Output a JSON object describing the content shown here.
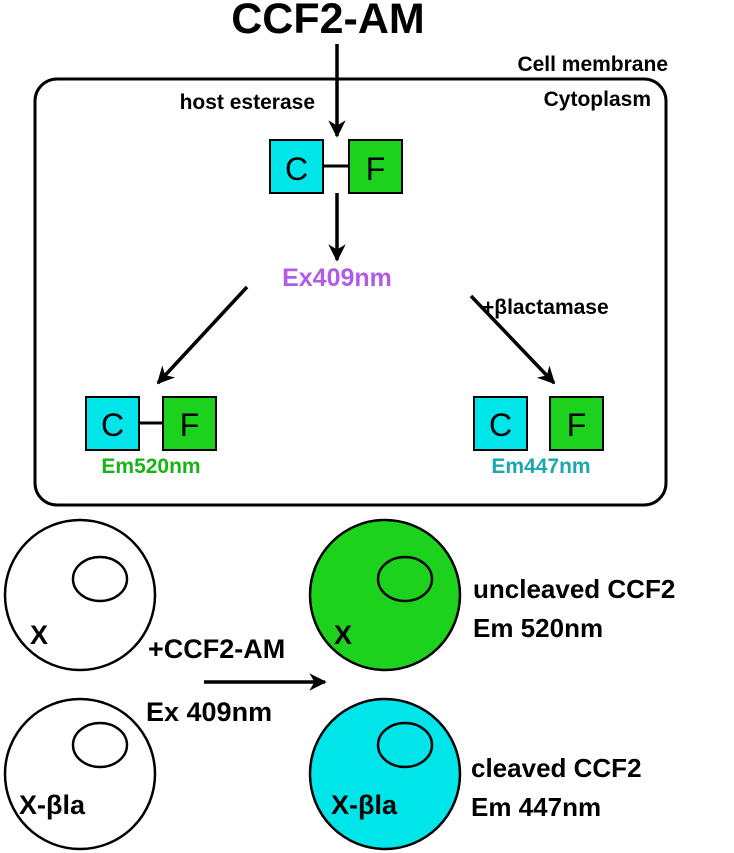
{
  "title": "CCF2-AM",
  "membrane": {
    "label_outer": "Cell membrane",
    "label_inner": "Cytoplasm"
  },
  "steps": {
    "esterase_label": "host esterase",
    "excitation_label": "Ex409nm",
    "lactamase_label": "+βlactamase"
  },
  "molecules": {
    "c_letter": "C",
    "f_letter": "F",
    "uncleaved_emission": "Em520nm",
    "cleaved_emission": "Em447nm"
  },
  "bottom": {
    "cell_x_label": "X",
    "cell_xbla_label": "X-βla",
    "treatment_label": "+CCF2-AM",
    "treatment_excitation": "Ex 409nm",
    "uncleaved_line1": "uncleaved CCF2",
    "uncleaved_line2": "Em 520nm",
    "cleaved_line1": "cleaved CCF2",
    "cleaved_line2": "Em 447nm"
  },
  "colors": {
    "cyan": "#00e5ea",
    "green": "#1dd21d",
    "excitation_purple": "#b05ce8",
    "uncleaved_text_green": "#17b317",
    "cleaved_text_teal": "#1aa7ad",
    "ink": "#000000"
  }
}
